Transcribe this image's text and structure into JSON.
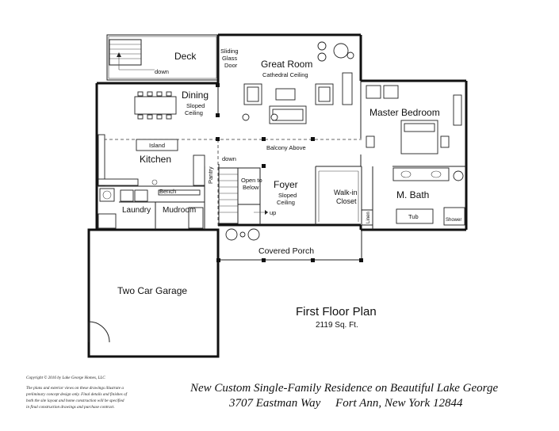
{
  "rooms": {
    "deck": "Deck",
    "deck_down": "down",
    "sliding_glass_door": [
      "Sliding",
      "Glass",
      "Door"
    ],
    "great_room": "Great Room",
    "cathedral_ceiling": "Cathedral Ceiling",
    "dining": "Dining",
    "dining_sloped": [
      "Sloped",
      "Ceiling"
    ],
    "master_bedroom": "Master Bedroom",
    "island": "Island",
    "balcony_above": "Balcony Above",
    "kitchen": "Kitchen",
    "stair_down": "down",
    "pantry": "Pantry",
    "open_to_below": [
      "Open to",
      "Below"
    ],
    "foyer": "Foyer",
    "foyer_sloped": [
      "Sloped",
      "Ceiling"
    ],
    "walk_in_closet": [
      "Walk-in",
      "Closet"
    ],
    "m_bath": "M. Bath",
    "bench": "Bench",
    "laundry": "Laundry",
    "mudroom": "Mudroom",
    "stair_up": "up",
    "linen": "Linen",
    "tub": "Tub",
    "shower": "Shower",
    "covered_porch": "Covered Porch",
    "two_car_garage": "Two Car Garage"
  },
  "plan_title": "First Floor Plan",
  "plan_area": "2119 Sq. Ft.",
  "copyright": "Copyright © 2016 by Lake George Homes, LLC",
  "disclaimer": [
    "The plans and exterior views on these drawings illustrate a",
    "preliminary concept design only. Final details and finishes of",
    "both the site layout and home construction will be specified",
    "in final construction drawings and purchase contract."
  ],
  "caption_line1": "New Custom Single-Family Residence on Beautiful Lake George",
  "caption_line2": "3707 Eastman Way     Fort Ann, New York 12844"
}
